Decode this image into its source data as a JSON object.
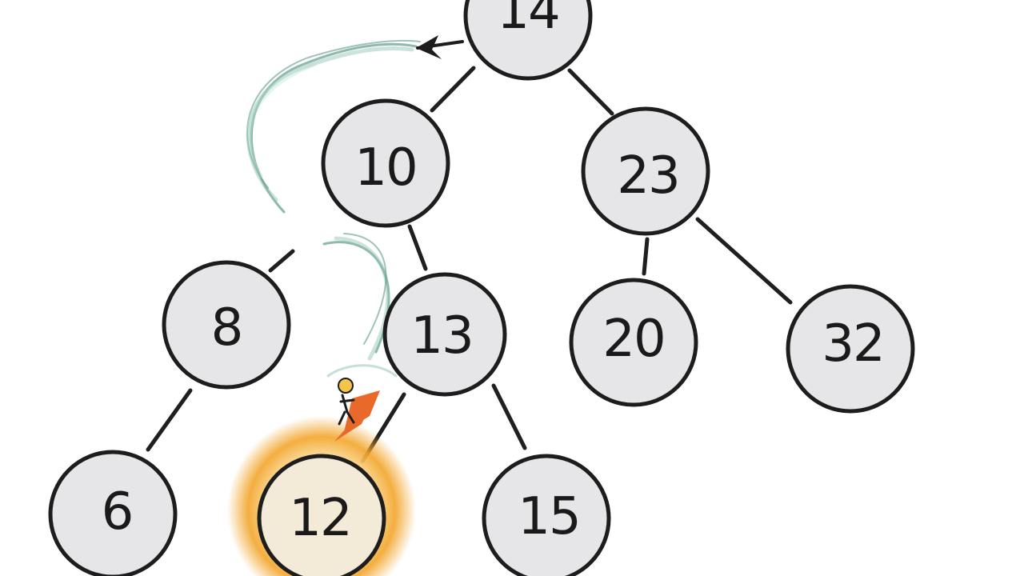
{
  "tree": {
    "nodes": {
      "root": "14",
      "n10": "10",
      "n23": "23",
      "n8": "8",
      "n13": "13",
      "n20": "20",
      "n32": "32",
      "n6": "6",
      "n12": "12",
      "n15": "15"
    },
    "highlighted_node": "12"
  },
  "colors": {
    "node_fill": "#e6e5e7",
    "node_stroke": "#1d1d1d",
    "highlight_glow": "#f2a52a",
    "motion_trail": "#5f9a8c",
    "character_body": "#e8692a"
  },
  "icons": {
    "arrow": "arrow-left-icon",
    "character": "running-character-icon"
  }
}
